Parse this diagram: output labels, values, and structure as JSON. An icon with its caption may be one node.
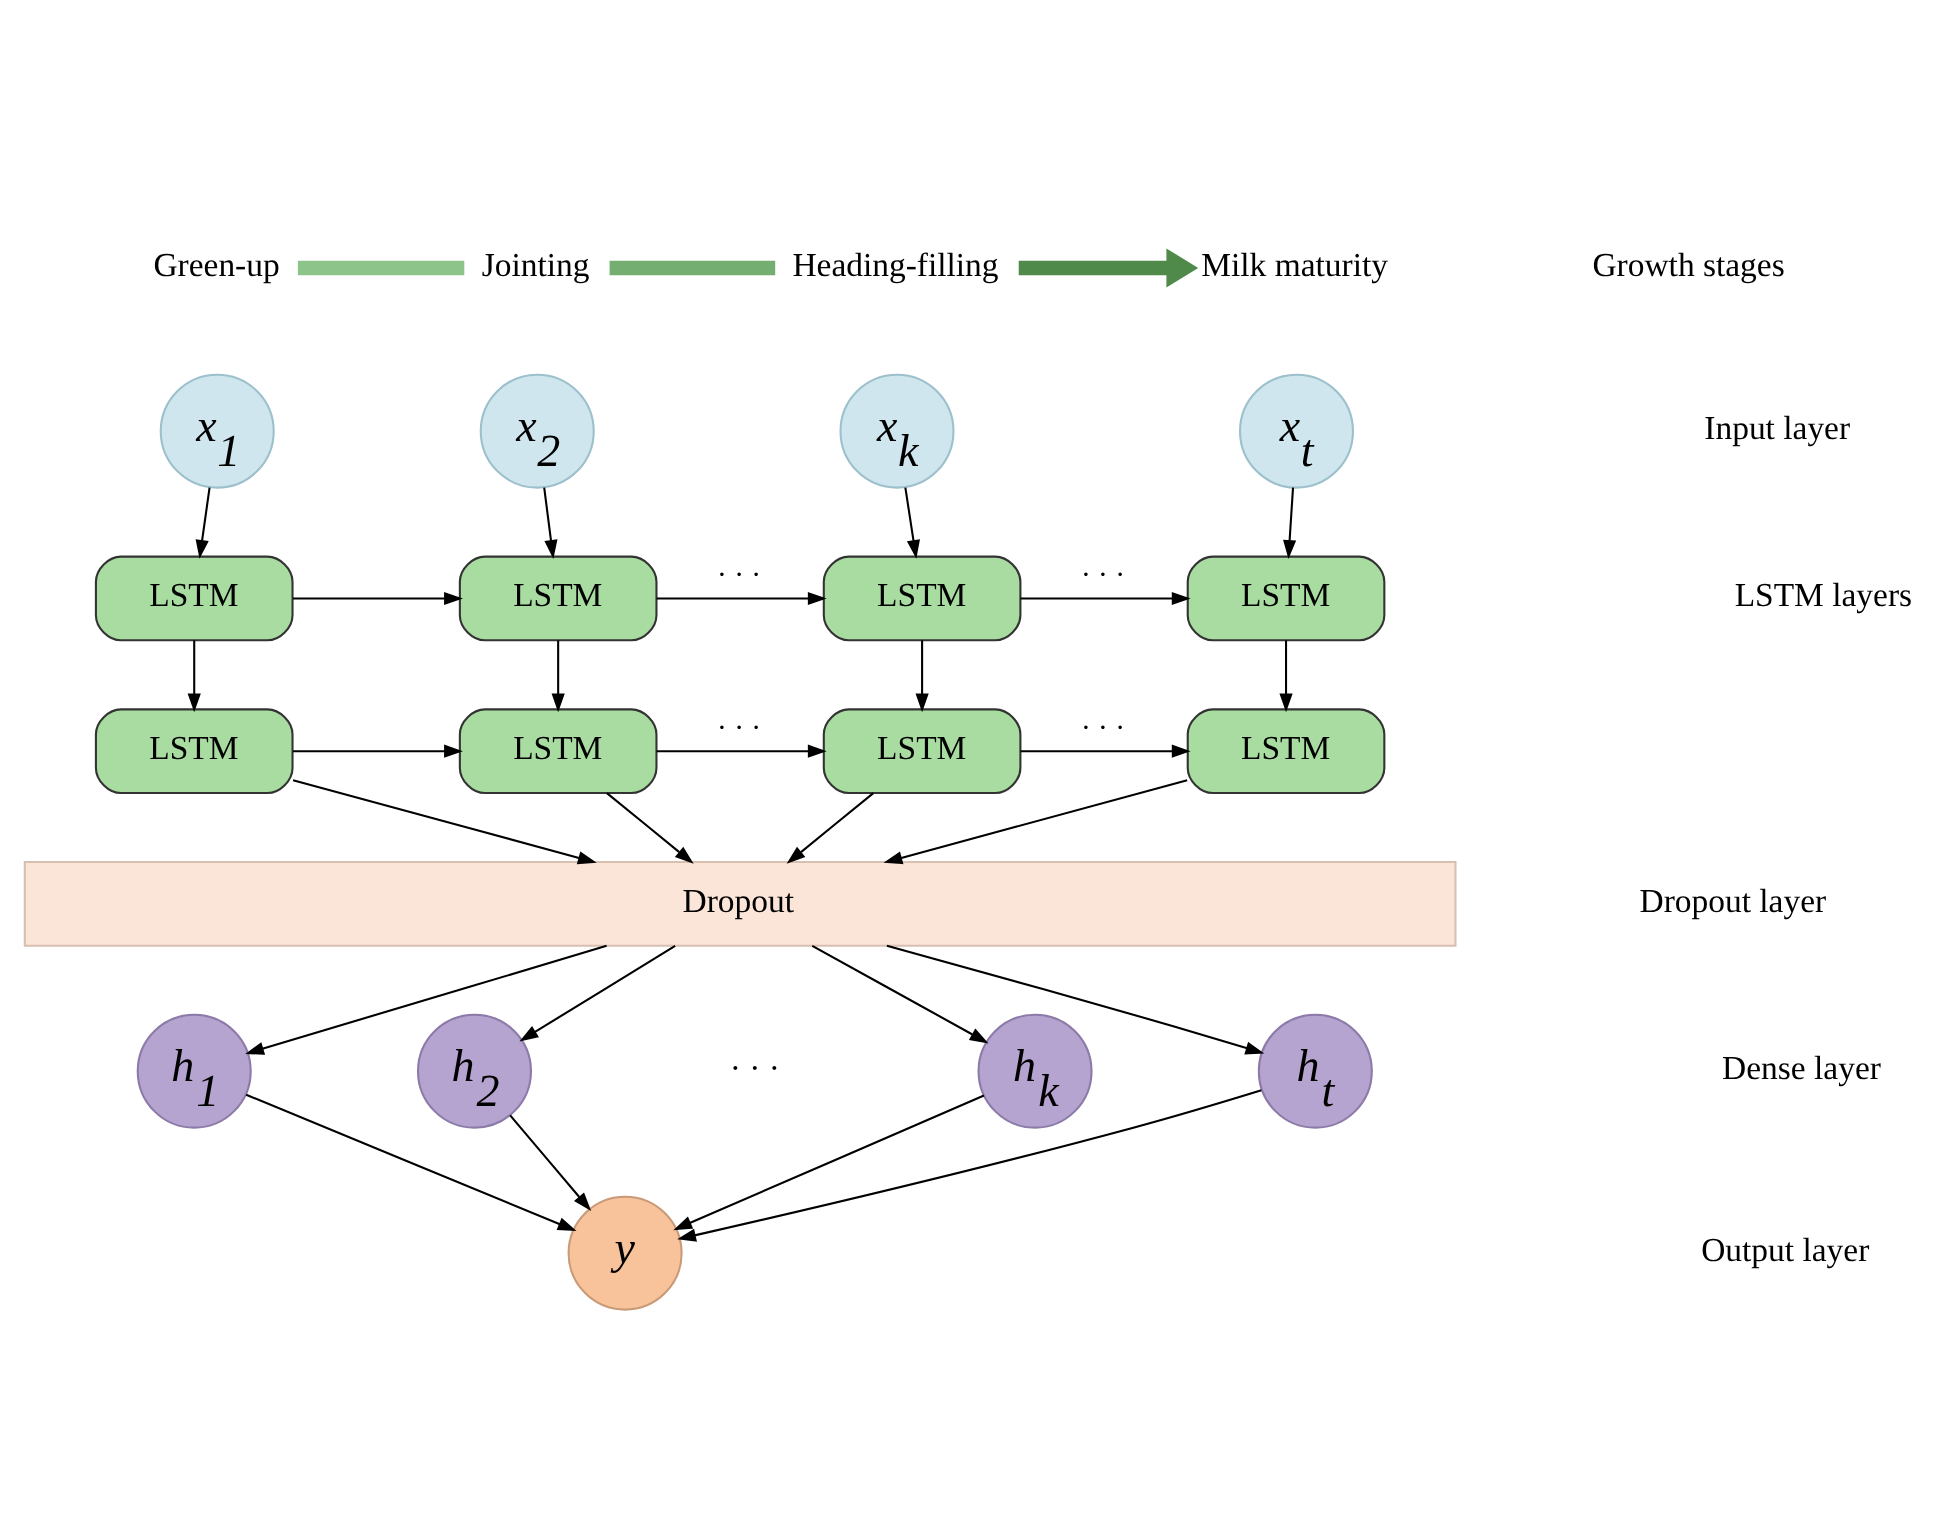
{
  "diagram": {
    "nodes": [
      {
        "text": [
          "Green-up"
        ]
      },
      {
        "text": [
          "Jointing"
        ]
      },
      {
        "text": [
          "Heading-filling"
        ]
      },
      {
        "text": [
          "Milk maturity"
        ]
      },
      {
        "text": [
          "x$_{1}$"
        ]
      },
      {
        "text": [
          "x$_{2}$"
        ]
      },
      {
        "text": [
          "x$_{k}$"
        ]
      },
      {
        "text": [
          "x$_{t}$"
        ]
      },
      {
        "text": [
          "LSTM"
        ]
      },
      {
        "text": [
          "LSTM"
        ]
      },
      {
        "text": [
          "LSTM"
        ]
      },
      {
        "text": [
          "LSTM"
        ]
      },
      {
        "text": [
          "LSTM"
        ]
      },
      {
        "text": [
          "LSTM"
        ]
      },
      {
        "text": [
          "LSTM"
        ]
      },
      {
        "text": [
          "LSTM"
        ]
      },
      {
        "text": [
          "Dropout"
        ]
      },
      {
        "text": [
          "h$_{1}$"
        ]
      },
      {
        "text": [
          "h$_{2}$"
        ]
      },
      {
        "text": [
          "h$_{k}$"
        ]
      },
      {
        "text": [
          "h$_{t}$"
        ]
      },
      {
        "text": [
          "y"
        ]
      }
    ],
    "edges": [
      {
        "from": 0,
        "to": 1,
        "arrow": "none",
        "style": "thick",
        "color": "#8cc48a"
      },
      {
        "from": 1,
        "to": 2,
        "arrow": "none",
        "style": "thick",
        "color": "#74ae70"
      },
      {
        "from": 2,
        "to": 3,
        "arrow": "to",
        "style": "thick",
        "color": "#4f8a4a"
      },
      {
        "from": 4,
        "to": 8,
        "arrow": "to"
      },
      {
        "from": 5,
        "to": 9,
        "arrow": "to"
      },
      {
        "from": 6,
        "to": 10,
        "arrow": "to"
      },
      {
        "from": 7,
        "to": 11,
        "arrow": "to"
      },
      {
        "from": 8,
        "to": 9,
        "arrow": "to"
      },
      {
        "from": 9,
        "to": 10,
        "arrow": "to",
        "label": "· · ·"
      },
      {
        "from": 10,
        "to": 11,
        "arrow": "to",
        "label": "· · ·"
      },
      {
        "from": 8,
        "to": 12,
        "arrow": "to"
      },
      {
        "from": 9,
        "to": 13,
        "arrow": "to"
      },
      {
        "from": 10,
        "to": 14,
        "arrow": "to"
      },
      {
        "from": 11,
        "to": 15,
        "arrow": "to"
      },
      {
        "from": 12,
        "to": 13,
        "arrow": "to"
      },
      {
        "from": 13,
        "to": 14,
        "arrow": "to",
        "label": "· · ·"
      },
      {
        "from": 14,
        "to": 15,
        "arrow": "to",
        "label": "· · ·"
      },
      {
        "from": 12,
        "to": 16,
        "arrow": "to"
      },
      {
        "from": 13,
        "to": 16,
        "arrow": "to"
      },
      {
        "from": 14,
        "to": 16,
        "arrow": "to"
      },
      {
        "from": 15,
        "to": 16,
        "arrow": "to"
      },
      {
        "from": 16,
        "to": 17,
        "arrow": "to"
      },
      {
        "from": 16,
        "to": 18,
        "arrow": "to"
      },
      {
        "from": 16,
        "to": 19,
        "arrow": "to"
      },
      {
        "from": 16,
        "to": 20,
        "arrow": "to"
      },
      {
        "from": 17,
        "to": 21,
        "arrow": "to"
      },
      {
        "from": 18,
        "to": 21,
        "arrow": "to"
      },
      {
        "from": 19,
        "to": 21,
        "arrow": "to"
      },
      {
        "from": 20,
        "to": 21,
        "arrow": "to"
      }
    ],
    "labels": [
      "Growth stages",
      "Input layer",
      "LSTM layers",
      "Dropout layer",
      "· · ·",
      "Dense layer",
      "Output layer"
    ]
  }
}
